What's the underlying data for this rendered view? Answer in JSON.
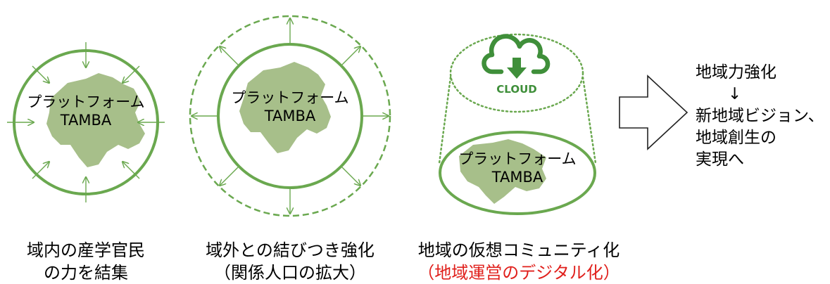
{
  "colors": {
    "green": "#6aa84f",
    "region_fill": "#a7bf8a",
    "accent_red": "#e0201c"
  },
  "panels": [
    {
      "platform_label_line1": "プラットフォーム",
      "platform_label_line2": "TAMBA",
      "caption_line1": "域内の産学官民",
      "caption_line2": "の力を結集"
    },
    {
      "platform_label_line1": "プラットフォーム",
      "platform_label_line2": "TAMBA",
      "caption_line1": "域外との結びつき強化",
      "caption_line2": "（関係人口の拡大）"
    },
    {
      "platform_label_line1": "プラットフォーム",
      "platform_label_line2": "TAMBA",
      "cloud_label": "CLOUD",
      "cloud_icon": "cloud-download-icon",
      "caption_line1": "地域の仮想コミュニティ化",
      "caption_line2": "（地域運営のデジタル化）"
    }
  ],
  "outcome": {
    "line1": "地域力強化",
    "arrow": "↓",
    "line2": "新地域ビジョン、",
    "line3": "地域創生の",
    "line4": "実現へ"
  }
}
